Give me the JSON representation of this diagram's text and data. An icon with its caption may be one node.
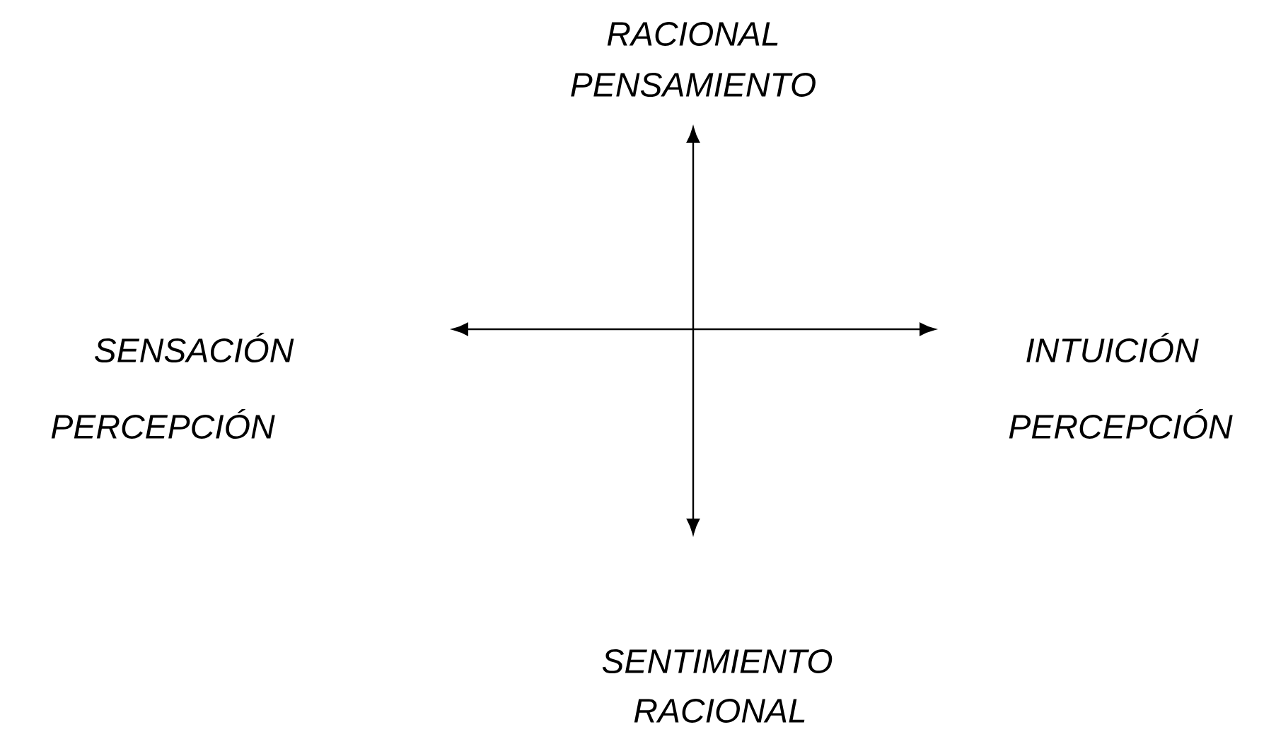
{
  "diagram": {
    "labels": [
      "RACIONAL",
      "PENSAMIENTO",
      "SENSACIÓN",
      "INTUICIÓN",
      "PERCEPCIÓN",
      "PERCEPCIÓN",
      "SENTIMIENTO",
      "RACIONAL"
    ]
  }
}
